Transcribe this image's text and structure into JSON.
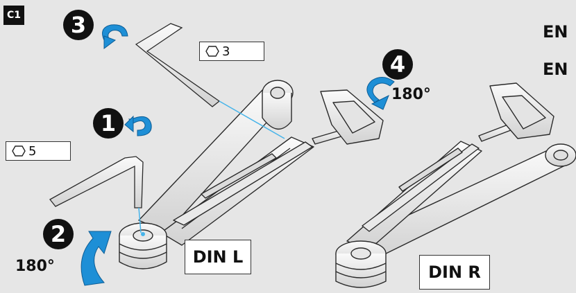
{
  "section_label": "C1",
  "labels_right": [
    "EN",
    "EN"
  ],
  "steps": [
    {
      "number": "1"
    },
    {
      "number": "2",
      "angle": "180°"
    },
    {
      "number": "3"
    },
    {
      "number": "4",
      "angle": "180°"
    }
  ],
  "wrench_sizes": {
    "top": "3",
    "left": "5"
  },
  "arm_labels": {
    "left": "DIN L",
    "right": "DIN R"
  },
  "colors": {
    "background": "#e6e6e6",
    "arrow": "#1e8fd6",
    "badge": "#111111",
    "line": "#46b4ea",
    "metal_light": "#f4f4f4",
    "metal_shade": "#cfcfcf"
  },
  "icons": [
    "hex-key-icon",
    "rotate-arrow-icon",
    "hexagon-icon"
  ]
}
